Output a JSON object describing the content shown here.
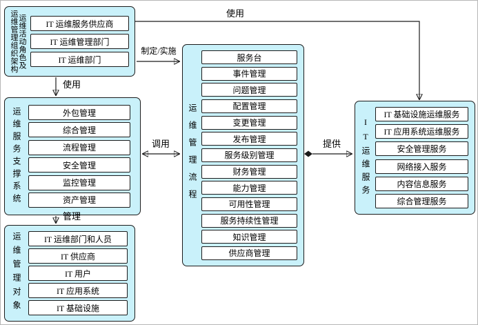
{
  "colors": {
    "group_fill": "#c9f1fa",
    "box_fill": "#ffffff",
    "line": "#1a1a1a"
  },
  "diagram": {
    "groups": {
      "org": {
        "label_left": "运维管理组织架构",
        "label_right": "运维活动角色及",
        "items": [
          "IT 运维服务供应商",
          "IT 运维管理部门",
          "IT 运维部门"
        ]
      },
      "support": {
        "label": "运维服务支撑系统",
        "items": [
          "外包管理",
          "综合管理",
          "流程管理",
          "安全管理",
          "监控管理",
          "资产管理"
        ]
      },
      "objects": {
        "label": "运维管理对象",
        "items": [
          "IT 运维部门和人员",
          "IT 供应商",
          "IT 用户",
          "IT 应用系统",
          "IT 基础设施"
        ]
      },
      "process": {
        "label": "运维管理流程",
        "items": [
          "服务台",
          "事件管理",
          "问题管理",
          "配置管理",
          "变更管理",
          "发布管理",
          "服务级别管理",
          "财务管理",
          "能力管理",
          "可用性管理",
          "服务持续性管理",
          "知识管理",
          "供应商管理"
        ]
      },
      "services": {
        "label": "IT运维服务",
        "items": [
          "IT 基础设施运维服务",
          "IT 应用系统运维服务",
          "安全管理服务",
          "网络接入服务",
          "内容信息服务",
          "综合管理服务"
        ]
      }
    },
    "edges": {
      "use_top": "使用",
      "formulate": "制定/实施",
      "use_down": "使用",
      "invoke": "调用",
      "manage": "管理",
      "provide": "提供"
    }
  }
}
